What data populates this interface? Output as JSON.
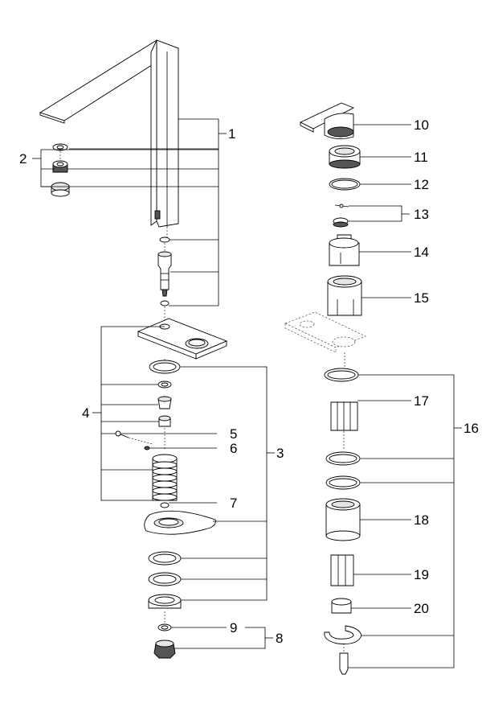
{
  "parts": [
    {
      "id": "p1",
      "label": "1"
    },
    {
      "id": "p2",
      "label": "2"
    },
    {
      "id": "p3",
      "label": "3"
    },
    {
      "id": "p4",
      "label": "4"
    },
    {
      "id": "p5",
      "label": "5"
    },
    {
      "id": "p6",
      "label": "6"
    },
    {
      "id": "p7",
      "label": "7"
    },
    {
      "id": "p8",
      "label": "8"
    },
    {
      "id": "p9",
      "label": "9"
    },
    {
      "id": "p10",
      "label": "10"
    },
    {
      "id": "p11",
      "label": "11"
    },
    {
      "id": "p12",
      "label": "12"
    },
    {
      "id": "p13",
      "label": "13"
    },
    {
      "id": "p14",
      "label": "14"
    },
    {
      "id": "p15",
      "label": "15"
    },
    {
      "id": "p16",
      "label": "16"
    },
    {
      "id": "p17",
      "label": "17"
    },
    {
      "id": "p18",
      "label": "18"
    },
    {
      "id": "p19",
      "label": "19"
    },
    {
      "id": "p20",
      "label": "20"
    }
  ]
}
